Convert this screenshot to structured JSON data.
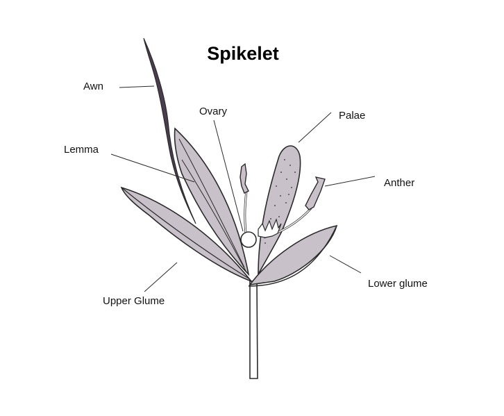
{
  "title": "Spikelet",
  "labels": {
    "awn": "Awn",
    "ovary": "Ovary",
    "palae": "Palae",
    "lemma": "Lemma",
    "anther": "Anther",
    "upper_glume": "Upper Glume",
    "lower_glume": "Lower glume"
  },
  "colors": {
    "fill": "#c9c1c9",
    "awn": "#4a3d4d",
    "stroke": "#2a2a2a",
    "background": "#ffffff"
  }
}
